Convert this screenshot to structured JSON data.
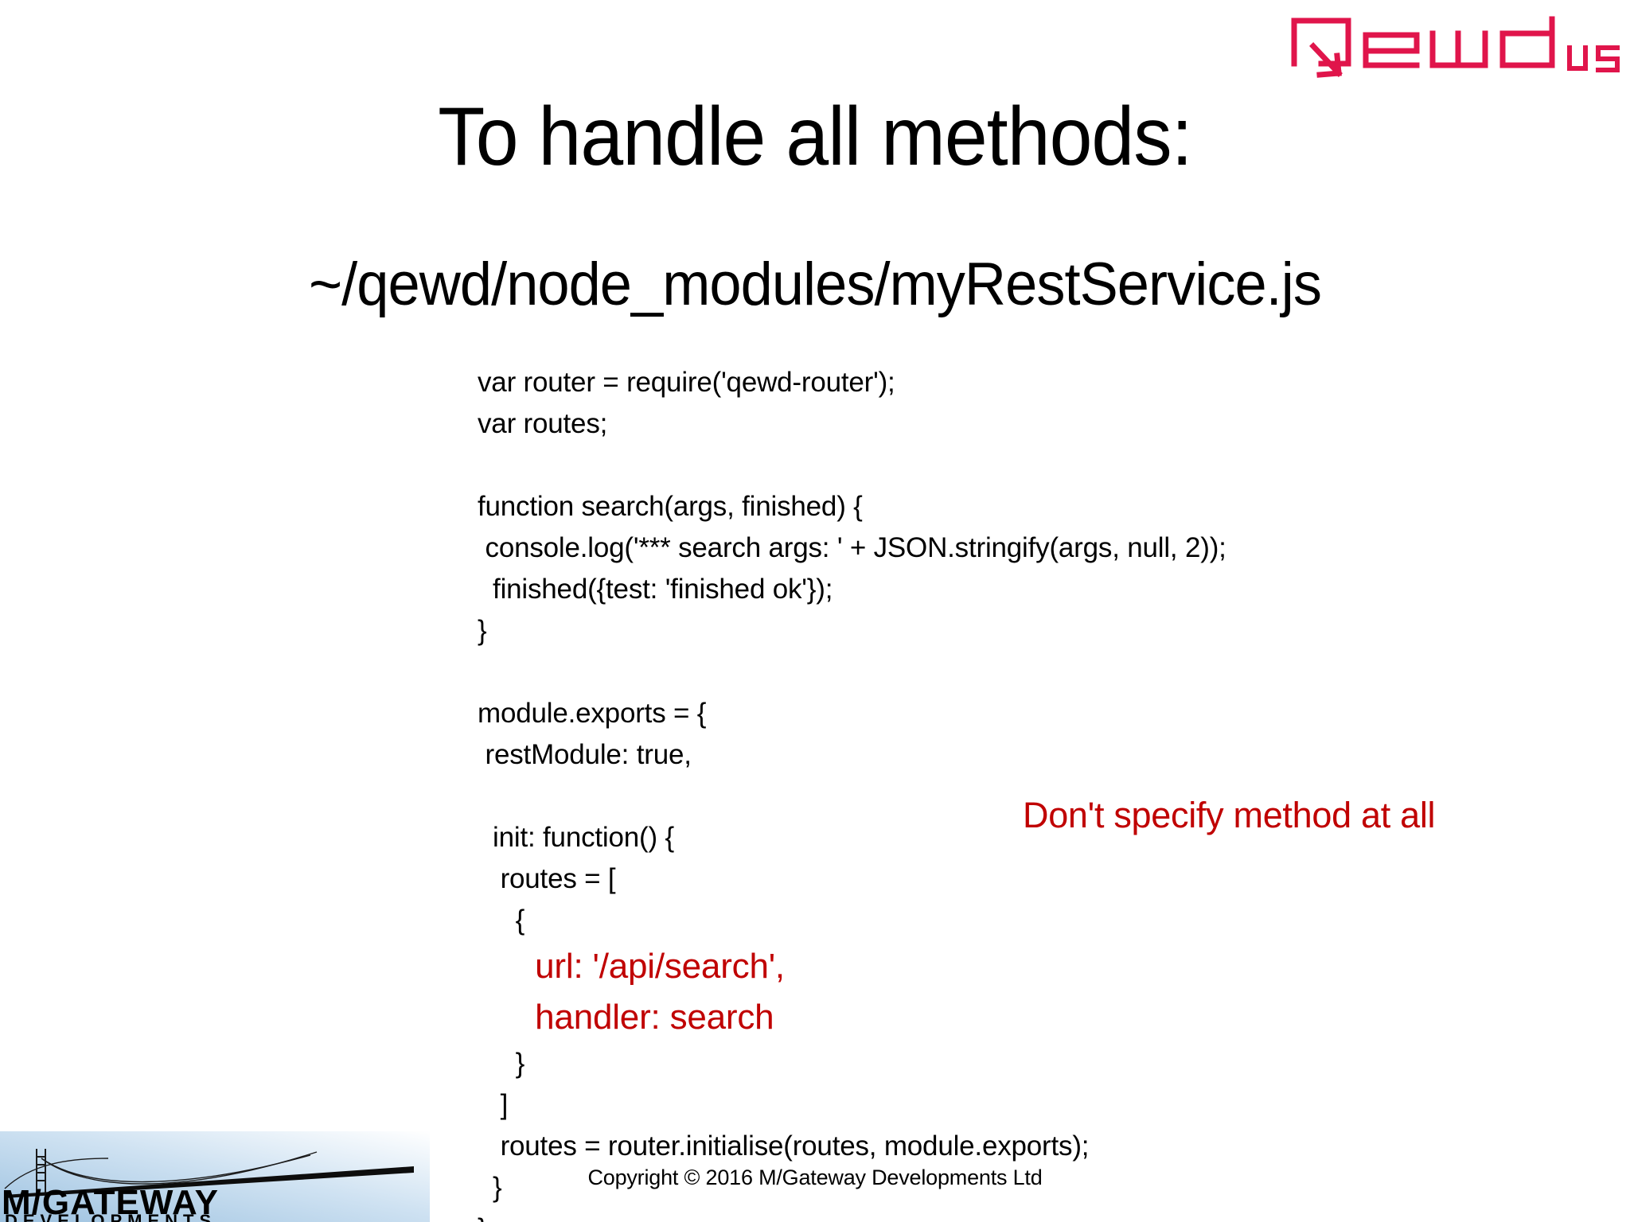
{
  "brand": {
    "logo_name": "qewd-js-logo",
    "logo_text": "QEWD",
    "logo_suffix": "js",
    "logo_color": "#E0154B"
  },
  "title": "To handle all methods:",
  "subtitle": "~/qewd/node_modules/myRestService.js",
  "code": {
    "text_color": "#000000",
    "highlight_color": "#C00000",
    "lines": [
      {
        "text": "var router = require('qewd-router');",
        "color": "black"
      },
      {
        "text": "var routes;",
        "color": "black"
      },
      {
        "text": "",
        "color": "black"
      },
      {
        "text": "function search(args, finished) {",
        "color": "black"
      },
      {
        "text": " console.log('*** search args: ' + JSON.stringify(args, null, 2));",
        "color": "black"
      },
      {
        "text": "  finished({test: 'finished ok'});",
        "color": "black"
      },
      {
        "text": "}",
        "color": "black"
      },
      {
        "text": "",
        "color": "black"
      },
      {
        "text": "module.exports = {",
        "color": "black"
      },
      {
        "text": " restModule: true,",
        "color": "black"
      },
      {
        "text": "",
        "color": "black"
      },
      {
        "text": "  init: function() {",
        "color": "black"
      },
      {
        "text": "   routes = [",
        "color": "black"
      },
      {
        "text": "     {",
        "color": "black"
      },
      {
        "text": "      url: '/api/search',",
        "color": "red"
      },
      {
        "text": "      handler: search",
        "color": "red"
      },
      {
        "text": "     }",
        "color": "black"
      },
      {
        "text": "   ]",
        "color": "black"
      },
      {
        "text": "   routes = router.initialise(routes, module.exports);",
        "color": "black"
      },
      {
        "text": "  }",
        "color": "black"
      },
      {
        "text": "};",
        "color": "black"
      }
    ]
  },
  "annotation": "Don't specify method at all",
  "footer": {
    "copyright": "Copyright © 2016 M/Gateway Developments Ltd",
    "logo_name": "mgateway-developments-logo",
    "logo_primary_text": "M/GATEWAY",
    "logo_secondary_text": "DEVELOPMENTS"
  }
}
